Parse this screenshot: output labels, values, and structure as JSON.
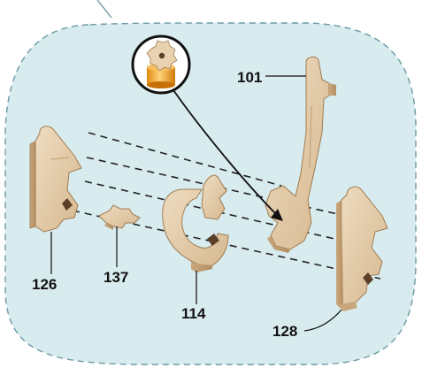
{
  "diagram": {
    "callout_icon": "gear-on-base-icon",
    "parts": [
      {
        "id": "101",
        "label": "101"
      },
      {
        "id": "126",
        "label": "126"
      },
      {
        "id": "137",
        "label": "137"
      },
      {
        "id": "114",
        "label": "114"
      },
      {
        "id": "128",
        "label": "128"
      }
    ]
  },
  "colors": {
    "background_blob": "#d8ebee",
    "blob_border": "#6b9aa5",
    "wood_light": "#e6d0b0",
    "wood_mid": "#d2b58e",
    "wood_dark": "#b89468",
    "wood_edge": "#a07c52",
    "callout_base": "#f0a020",
    "ink": "#111111"
  }
}
